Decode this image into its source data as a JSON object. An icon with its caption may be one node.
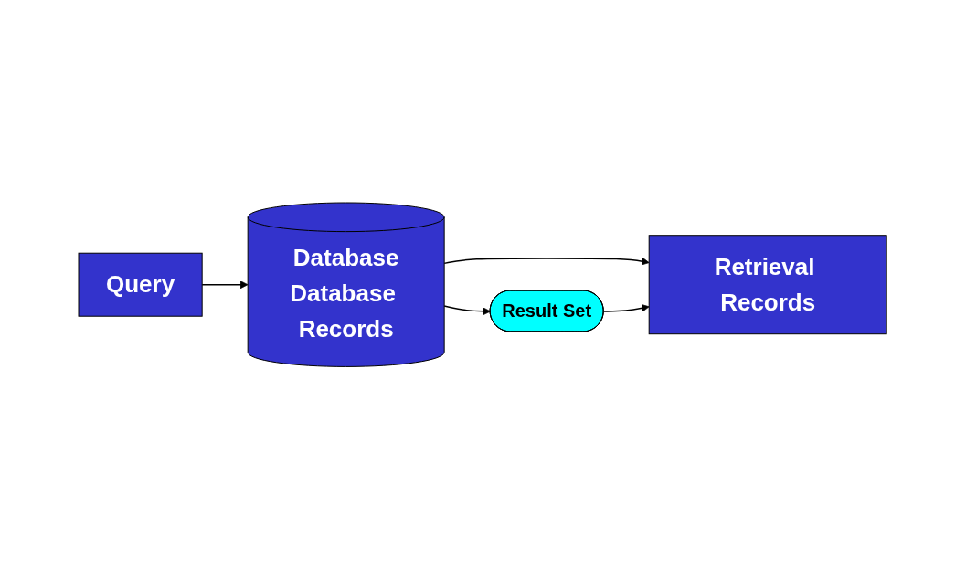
{
  "diagram": {
    "nodes": [
      {
        "text": [
          "Query"
        ]
      },
      {
        "text": [
          "Database",
          "Database Records"
        ]
      },
      {
        "text": [
          "Retrieval Records"
        ]
      },
      {
        "text": [
          "Result Set"
        ]
      }
    ],
    "edges": [
      {
        "from": 0,
        "to": 1,
        "arrow": "to"
      },
      {
        "from": 1,
        "to": 2,
        "arrow": "to"
      },
      {
        "from": 1,
        "to": 3,
        "arrow": "to"
      },
      {
        "from": 3,
        "to": 2,
        "arrow": "to"
      }
    ]
  }
}
